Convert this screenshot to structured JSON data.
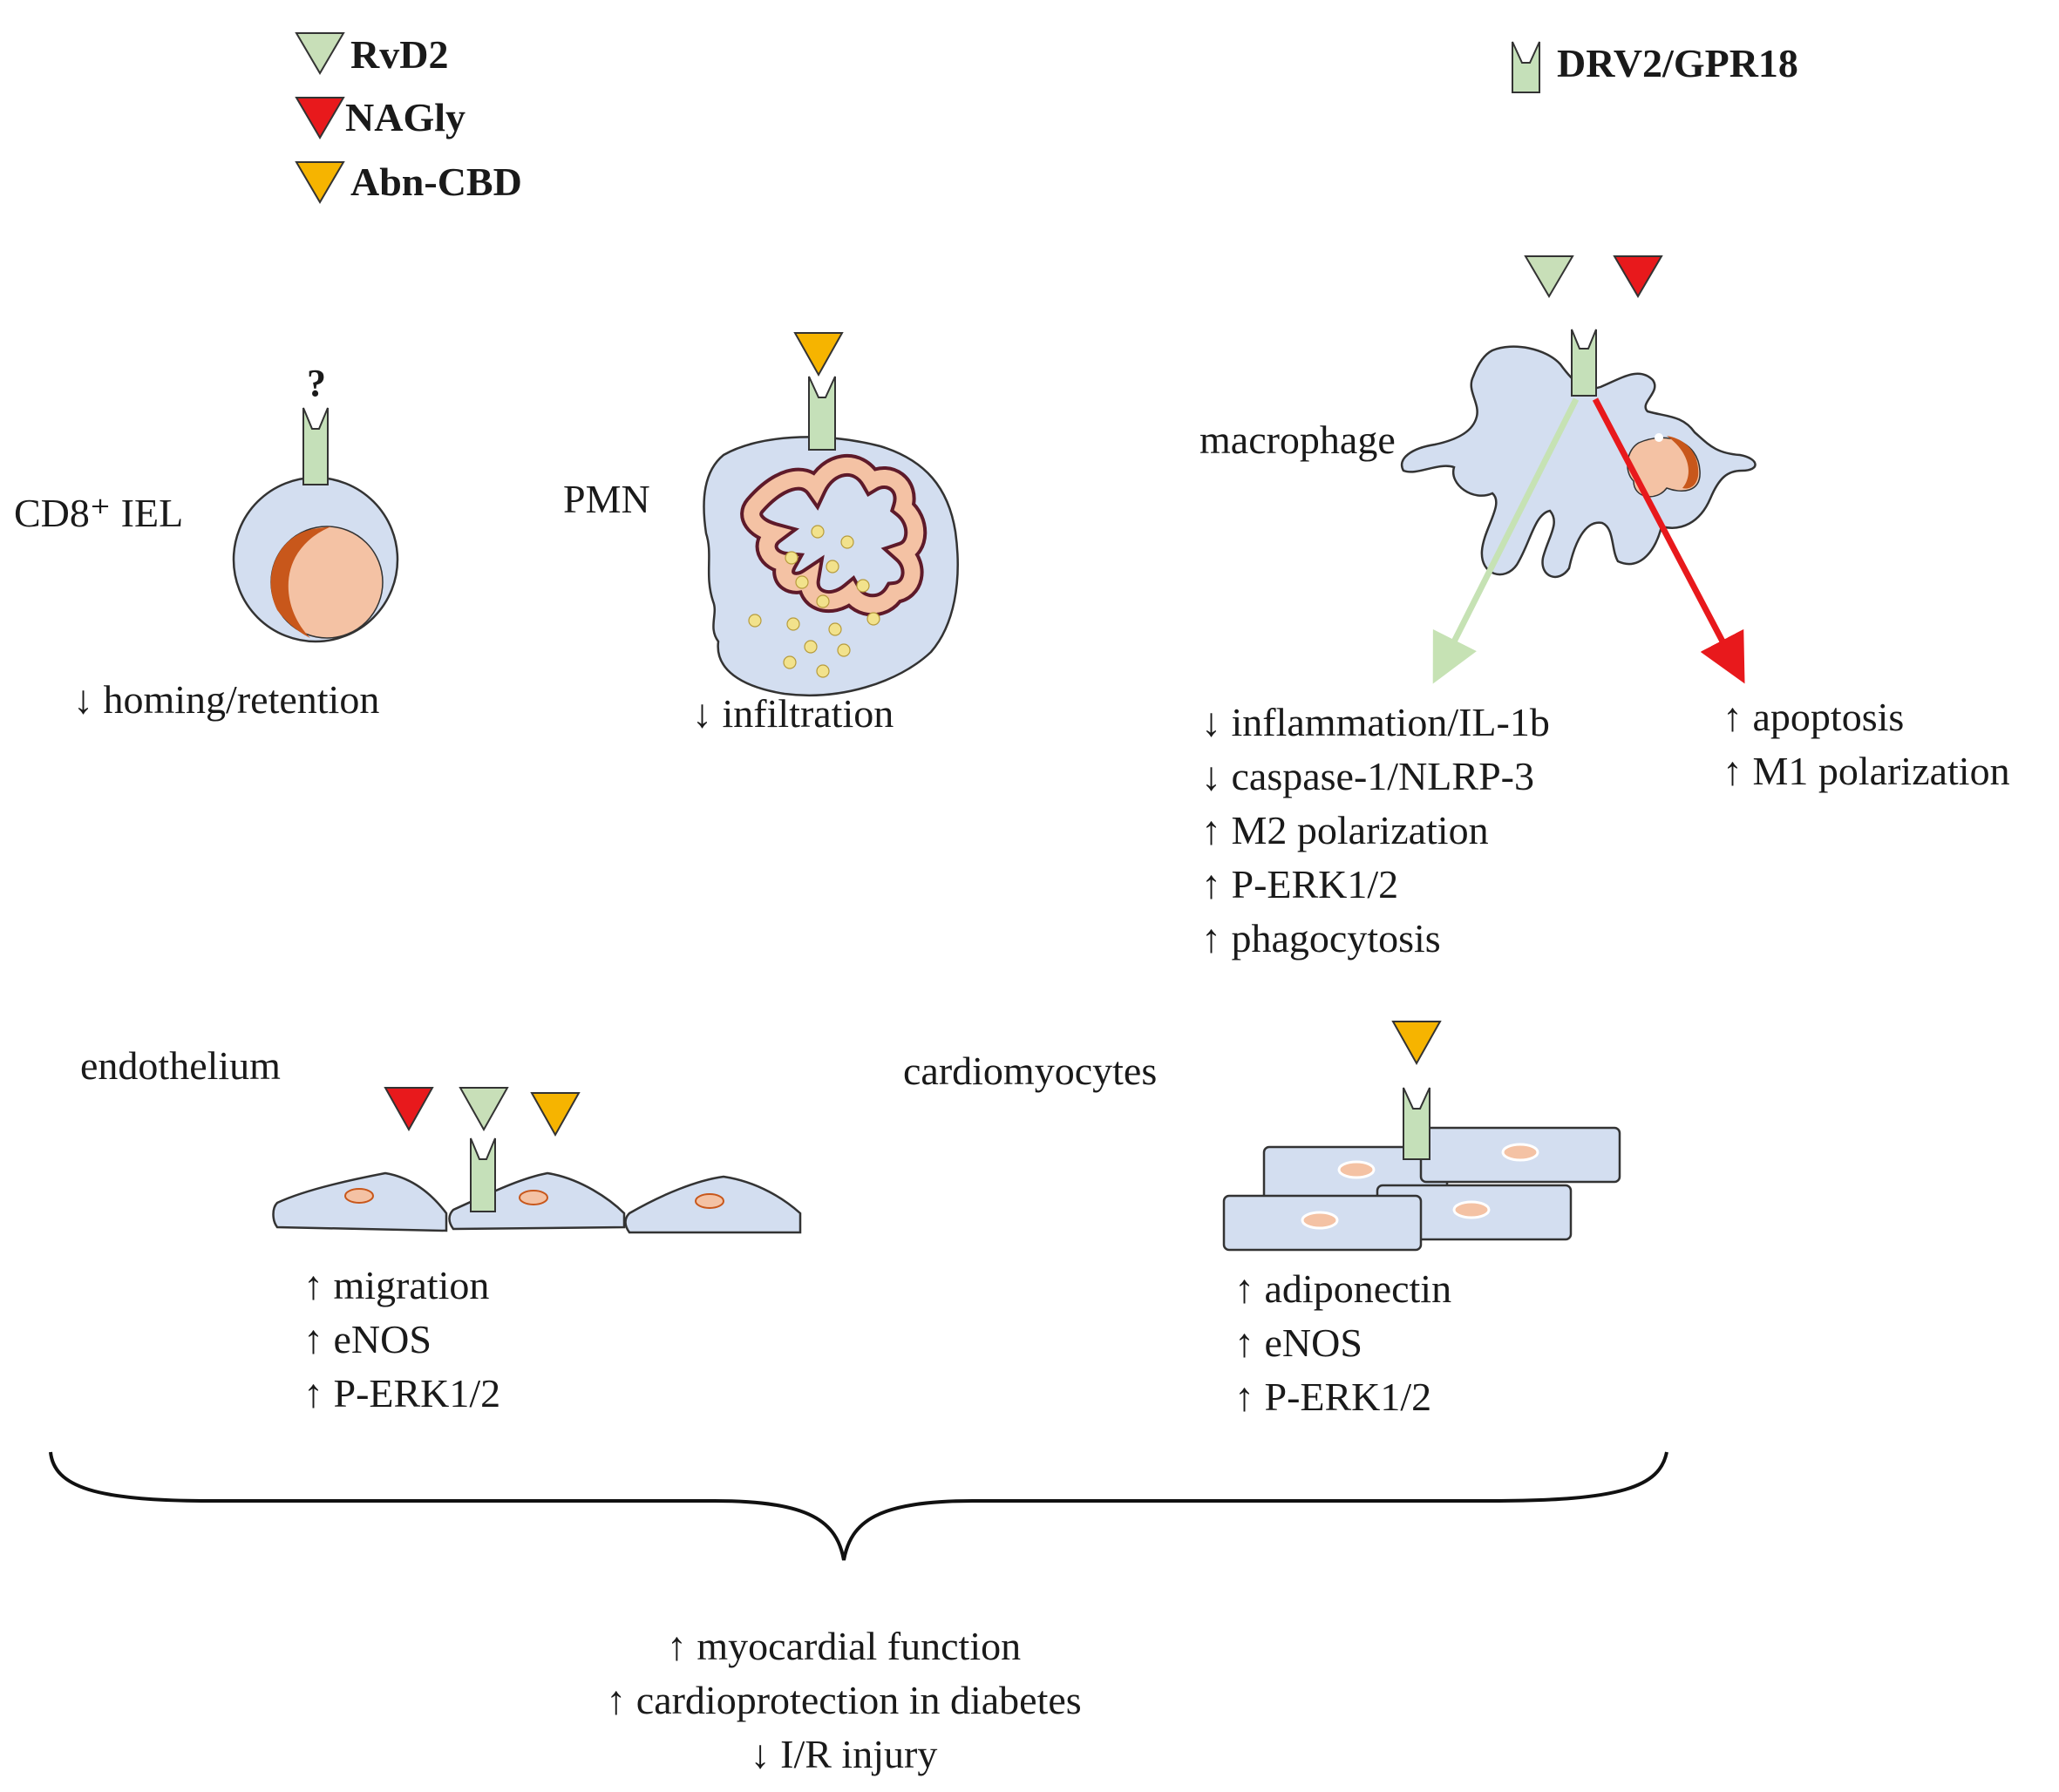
{
  "legend": {
    "ligands": [
      {
        "name": "RvD2",
        "color": "#c8dfb8"
      },
      {
        "name": "NAGly",
        "color": "#e8191c"
      },
      {
        "name": "Abn-CBD",
        "color": "#f6b400"
      }
    ],
    "receptor": {
      "name": "DRV2/GPR18",
      "color": "#c5e0b9"
    }
  },
  "colors": {
    "cell_fill": "#d3def0",
    "nucleus": "#f4c2a4",
    "nucleus_edge": "#c8571b",
    "granule": "#f2e28c",
    "arrow_green": "#c6e2b4",
    "arrow_red": "#e8191c"
  },
  "cells": {
    "cd8": {
      "label": "CD8⁺ IEL",
      "unknown_ligand": "?",
      "effects": [
        "↓ homing/retention"
      ]
    },
    "pmn": {
      "label": "PMN",
      "effects": [
        "↓ infiltration"
      ]
    },
    "macrophage": {
      "label": "macrophage",
      "green_effects": [
        "↓ inflammation/IL-1b",
        "↓ caspase-1/NLRP-3",
        "↑ M2 polarization",
        "↑ P-ERK1/2",
        "↑ phagocytosis"
      ],
      "red_effects": [
        "↑ apoptosis",
        "↑ M1 polarization"
      ]
    },
    "endothelium": {
      "label": "endothelium",
      "effects": [
        "↑ migration",
        "↑ eNOS",
        "↑ P-ERK1/2"
      ]
    },
    "cardiomyocytes": {
      "label": "cardiomyocytes",
      "effects": [
        "↑ adiponectin",
        "↑ eNOS",
        "↑ P-ERK1/2"
      ]
    }
  },
  "outcome": {
    "lines": [
      "↑ myocardial function",
      "↑ cardioprotection in diabetes",
      "↓ I/R injury"
    ]
  }
}
